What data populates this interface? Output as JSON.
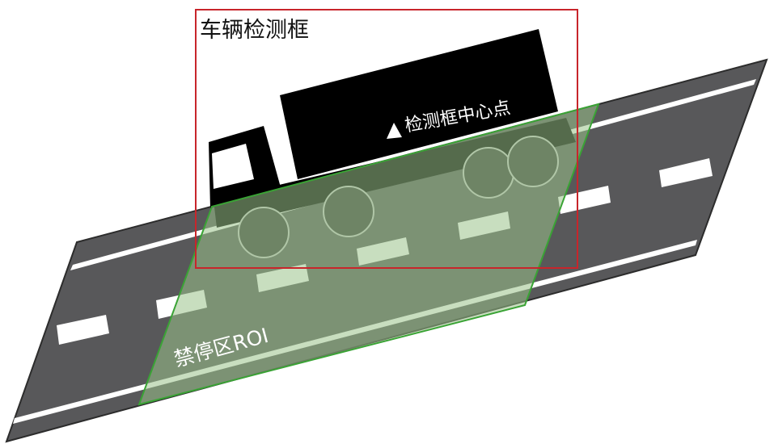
{
  "labels": {
    "detection_box": "车辆检测框",
    "box_center": "检测框中心点",
    "no_parking_roi": "禁停区ROI"
  },
  "colors": {
    "road": "#58585a",
    "road_border": "#2c2c2c",
    "lane_marking": "#ffffff",
    "truck": "#000000",
    "wheel": "#393939",
    "roi_fill": "#9ac28a",
    "roi_border": "#3aa335",
    "detection_box_border": "#c8252b"
  },
  "icons": {
    "center_marker": "triangle-icon"
  }
}
